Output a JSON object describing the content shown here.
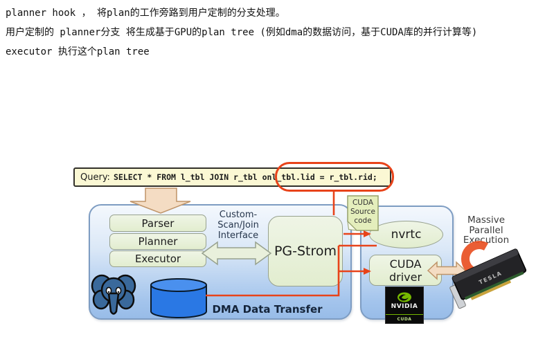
{
  "intro": {
    "line1": "planner hook ， 将plan的工作旁路到用户定制的分支处理。",
    "line2": "用户定制的 planner分支 将生成基于GPU的plan tree (例如dma的数据访问，基于CUDA库的并行计算等)",
    "line3": "executor 执行这个plan tree"
  },
  "query": {
    "label": "Query:",
    "sql_main": "SELECT * FROM l_tbl JOIN r_tbl on ",
    "sql_cond": "l_tbl.lid = r_tbl.rid;"
  },
  "pg": {
    "parser": "Parser",
    "planner": "Planner",
    "executor": "Executor",
    "iface1": "Custom-",
    "iface2": "Scan/Join",
    "iface3": "Interface",
    "pgstrom": "PG-Strom",
    "dma": "DMA Data Transfer"
  },
  "note": {
    "l1": "CUDA",
    "l2": "Source",
    "l3": "code"
  },
  "gpu": {
    "nvrtc": "nvrtc",
    "cuda1": "CUDA",
    "cuda2": "driver"
  },
  "badge": {
    "nvidia": "NVIDIA",
    "cuda": "CUDA"
  },
  "massive": {
    "l1": "Massive",
    "l2": "Parallel",
    "l3": "Execution"
  },
  "card": {
    "label": "TESLA"
  },
  "colors": {
    "accent_red": "#e8431a",
    "green_box": "#e9f0dc",
    "container_top": "#f4f8fd",
    "container_bottom": "#98bce8",
    "query_bg": "#fbf8d4",
    "note_bg": "#e4eebc",
    "arrow_tan": "#f4dcc3",
    "nvidia_green": "#76b900",
    "postgres_blue": "#3a699b",
    "cylinder_blue": "#2a78e4"
  }
}
